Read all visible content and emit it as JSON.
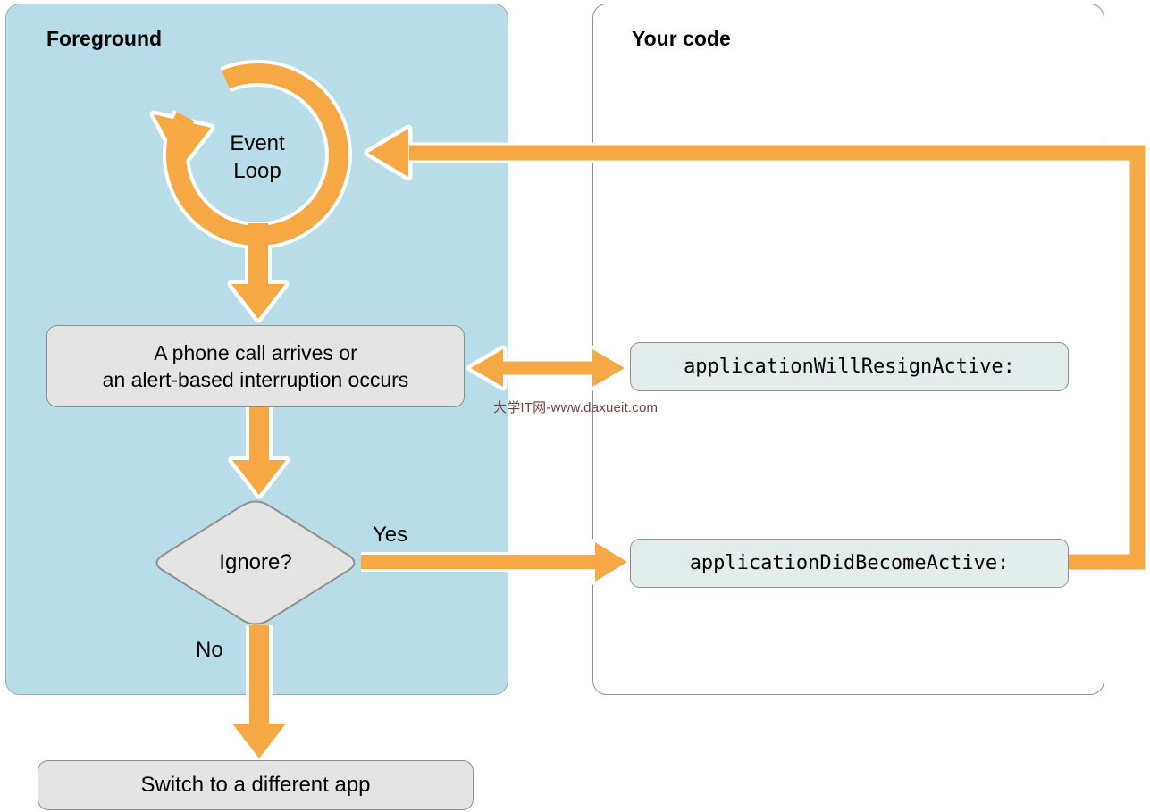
{
  "colors": {
    "accent_orange": "#F5A843",
    "panel_blue": "#B9DDE8",
    "node_gray": "#E4E4E4",
    "code_box_fill": "#E3EDEC",
    "border_gray": "#8E8E8E",
    "watermark_red": "#7B4141"
  },
  "panels": {
    "foreground": {
      "title": "Foreground"
    },
    "your_code": {
      "title": "Your code"
    }
  },
  "nodes": {
    "event_loop": {
      "line1": "Event",
      "line2": "Loop"
    },
    "interruption": {
      "line1": "A phone call arrives or",
      "line2": "an alert-based interruption occurs"
    },
    "application_will_resign_active": {
      "label": "applicationWillResignActive:"
    },
    "ignore": {
      "label": "Ignore?"
    },
    "application_did_become_active": {
      "label": "applicationDidBecomeActive:"
    },
    "switch_app": {
      "label": "Switch to a different app"
    }
  },
  "edge_labels": {
    "yes": "Yes",
    "no": "No"
  },
  "watermark": "大学IT网-www.daxueit.com"
}
